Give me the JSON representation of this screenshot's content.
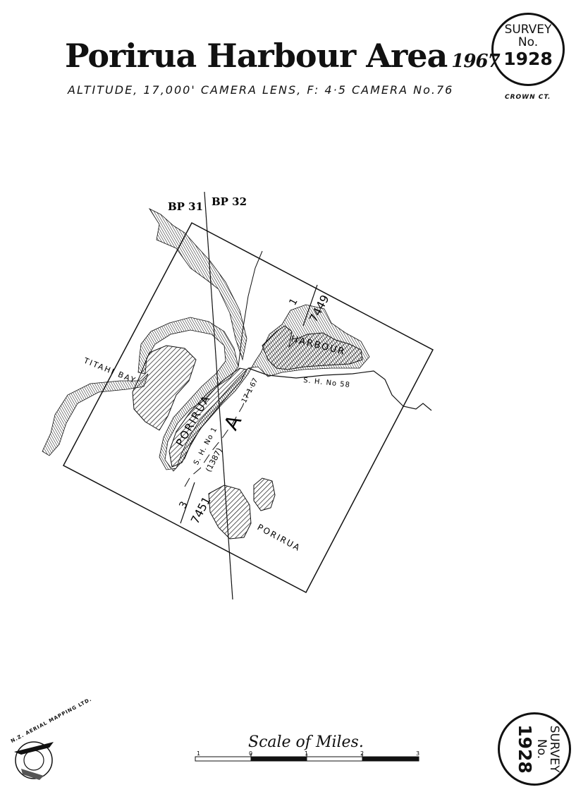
{
  "header": {
    "title": "Porirua Harbour Area",
    "year": "1967",
    "subtitle": "ALTITUDE, 17,000'   CAMERA LENS, F: 4·5   CAMERA No.76",
    "copyright": "CROWN CT."
  },
  "survey_badge": {
    "line1": "SURVEY",
    "line2": "No.",
    "number": "1928"
  },
  "map": {
    "labels": {
      "bp_left": "BP 31",
      "bp_right": "BP 32",
      "titahi_bay": "TITAHI BAY",
      "harbour": "HARBOUR",
      "porirua_harbour": "PORIRUA",
      "porirua_town": "PORIRUA",
      "road_58": "S. H. No 58",
      "road_1": "S. H. No 1",
      "road_code": "(1387)",
      "run_letter": "A",
      "date": "17·1·67",
      "photo_top_run": "1",
      "photo_top_number": "7449",
      "photo_bottom_run": "3",
      "photo_bottom_number": "7451"
    }
  },
  "scale": {
    "title": "Scale of Miles.",
    "ticks": [
      "1",
      "0",
      "1",
      "2",
      "3"
    ]
  },
  "logo": {
    "text": "N.Z. AERIAL MAPPING LTD."
  }
}
